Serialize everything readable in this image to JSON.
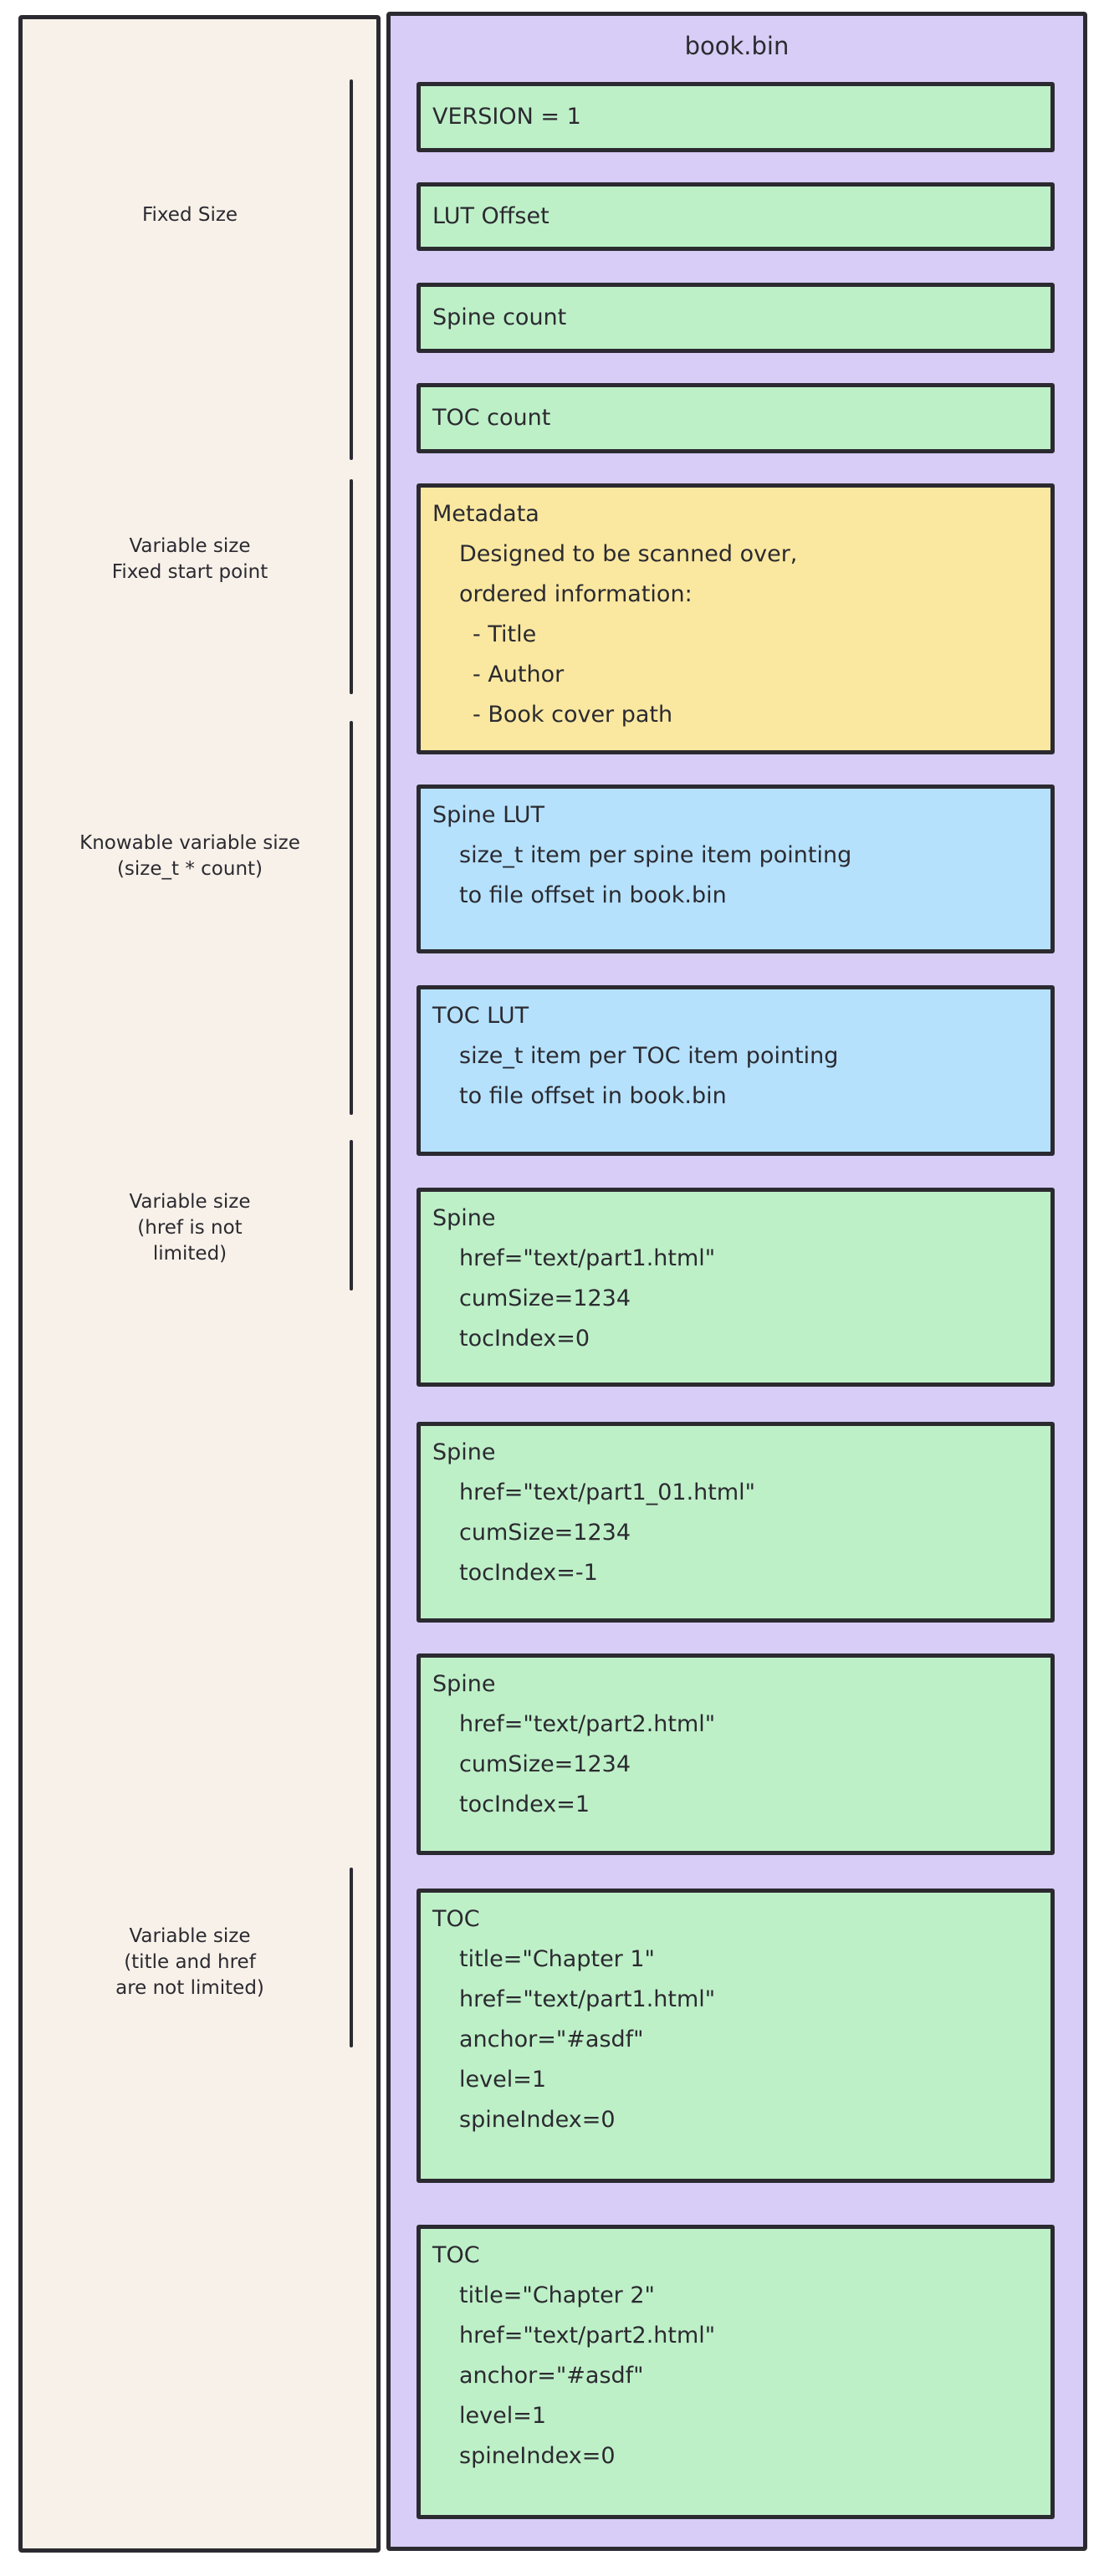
{
  "container": {
    "title": "book.bin"
  },
  "colors": {
    "canvas_bg": "#ffffff",
    "left_panel_bg": "#f7f1e9",
    "container_bg": "#d7cdf6",
    "stroke": "#2b2a30",
    "green": "#bef0c8",
    "blue": "#b5e1fd",
    "yellow": "#fae8a0"
  },
  "left_labels": [
    {
      "id": "fixed-size",
      "lines": [
        "Fixed Size"
      ]
    },
    {
      "id": "variable-size-fixed-start",
      "lines": [
        "Variable size",
        "Fixed start point"
      ]
    },
    {
      "id": "knowable-variable-size",
      "lines": [
        "Knowable variable size",
        "(size_t * count)"
      ]
    },
    {
      "id": "variable-size-href",
      "lines": [
        "Variable size",
        "(href is not",
        "limited)"
      ]
    },
    {
      "id": "variable-size-title-href",
      "lines": [
        "Variable size",
        "(title and href",
        "are not limited)"
      ]
    }
  ],
  "boxes": [
    {
      "id": "version",
      "color": "green",
      "lines": [
        {
          "text": "VERSION = 1",
          "indent": 0
        }
      ]
    },
    {
      "id": "lut-offset",
      "color": "green",
      "lines": [
        {
          "text": "LUT Offset",
          "indent": 0
        }
      ]
    },
    {
      "id": "spine-count",
      "color": "green",
      "lines": [
        {
          "text": "Spine count",
          "indent": 0
        }
      ]
    },
    {
      "id": "toc-count",
      "color": "green",
      "lines": [
        {
          "text": "TOC count",
          "indent": 0
        }
      ]
    },
    {
      "id": "metadata",
      "color": "yellow",
      "lines": [
        {
          "text": "Metadata",
          "indent": 0
        },
        {
          "text": "Designed to be scanned over,",
          "indent": 1
        },
        {
          "text": "ordered information:",
          "indent": 1
        },
        {
          "text": "- Title",
          "indent": 2
        },
        {
          "text": "- Author",
          "indent": 2
        },
        {
          "text": "- Book cover path",
          "indent": 2
        }
      ]
    },
    {
      "id": "spine-lut",
      "color": "blue",
      "lines": [
        {
          "text": "Spine LUT",
          "indent": 0
        },
        {
          "text": "size_t item per spine item pointing",
          "indent": 1
        },
        {
          "text": "to file offset in book.bin",
          "indent": 1
        }
      ]
    },
    {
      "id": "toc-lut",
      "color": "blue",
      "lines": [
        {
          "text": "TOC LUT",
          "indent": 0
        },
        {
          "text": "size_t item per TOC item pointing",
          "indent": 1
        },
        {
          "text": "to file offset in book.bin",
          "indent": 1
        }
      ]
    },
    {
      "id": "spine-1",
      "color": "green",
      "lines": [
        {
          "text": "Spine",
          "indent": 0
        },
        {
          "text": "href=\"text/part1.html\"",
          "indent": 1
        },
        {
          "text": "cumSize=1234",
          "indent": 1
        },
        {
          "text": "tocIndex=0",
          "indent": 1
        }
      ]
    },
    {
      "id": "spine-2",
      "color": "green",
      "lines": [
        {
          "text": "Spine",
          "indent": 0
        },
        {
          "text": "href=\"text/part1_01.html\"",
          "indent": 1
        },
        {
          "text": "cumSize=1234",
          "indent": 1
        },
        {
          "text": "tocIndex=-1",
          "indent": 1
        }
      ]
    },
    {
      "id": "spine-3",
      "color": "green",
      "lines": [
        {
          "text": "Spine",
          "indent": 0
        },
        {
          "text": "href=\"text/part2.html\"",
          "indent": 1
        },
        {
          "text": "cumSize=1234",
          "indent": 1
        },
        {
          "text": "tocIndex=1",
          "indent": 1
        }
      ]
    },
    {
      "id": "toc-1",
      "color": "green",
      "lines": [
        {
          "text": "TOC",
          "indent": 0
        },
        {
          "text": "title=\"Chapter 1\"",
          "indent": 1
        },
        {
          "text": "href=\"text/part1.html\"",
          "indent": 1
        },
        {
          "text": "anchor=\"#asdf\"",
          "indent": 1
        },
        {
          "text": "level=1",
          "indent": 1
        },
        {
          "text": "spineIndex=0",
          "indent": 1
        }
      ]
    },
    {
      "id": "toc-2",
      "color": "green",
      "lines": [
        {
          "text": "TOC",
          "indent": 0
        },
        {
          "text": "title=\"Chapter 2\"",
          "indent": 1
        },
        {
          "text": "href=\"text/part2.html\"",
          "indent": 1
        },
        {
          "text": "anchor=\"#asdf\"",
          "indent": 1
        },
        {
          "text": "level=1",
          "indent": 1
        },
        {
          "text": "spineIndex=0",
          "indent": 1
        }
      ]
    }
  ]
}
